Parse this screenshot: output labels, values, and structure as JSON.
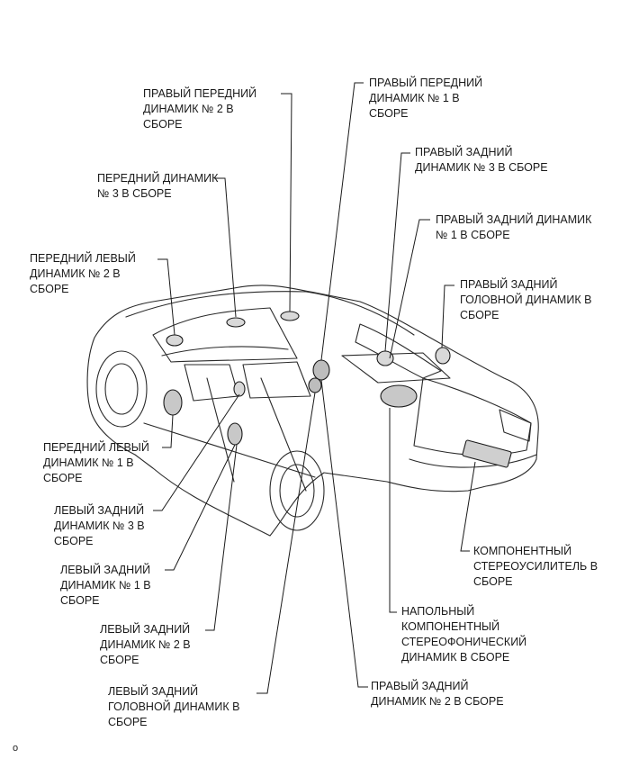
{
  "labels": {
    "front_right_2": "ПРАВЫЙ ПЕРЕДНИЙ\nДИНАМИК № 2 В\nСБОРЕ",
    "front_right_1": "ПРАВЫЙ ПЕРЕДНИЙ\nДИНАМИК № 1 В\nСБОРЕ",
    "rear_right_3": "ПРАВЫЙ ЗАДНИЙ\nДИНАМИК № 3 В СБОРЕ",
    "front_3": "ПЕРЕДНИЙ ДИНАМИК\n№ 3 В СБОРЕ",
    "rear_right_1": "ПРАВЫЙ ЗАДНИЙ ДИНАМИК\n№ 1 В СБОРЕ",
    "front_left_2": "ПЕРЕДНИЙ ЛЕВЫЙ\nДИНАМИК № 2 В\nСБОРЕ",
    "rear_right_head": "ПРАВЫЙ ЗАДНИЙ\nГОЛОВНОЙ ДИНАМИК В\nСБОРЕ",
    "front_left_1": "ПЕРЕДНИЙ ЛЕВЫЙ\nДИНАМИК № 1 В\nСБОРЕ",
    "rear_left_3": "ЛЕВЫЙ ЗАДНИЙ\nДИНАМИК № 3 В\nСБОРЕ",
    "rear_left_1": "ЛЕВЫЙ ЗАДНИЙ\nДИНАМИК № 1 В\nСБОРЕ",
    "rear_left_2": "ЛЕВЫЙ ЗАДНИЙ\nДИНАМИК № 2 В\nСБОРЕ",
    "rear_left_head": "ЛЕВЫЙ ЗАДНИЙ\nГОЛОВНОЙ ДИНАМИК В\nСБОРЕ",
    "amplifier": "КОМПОНЕНТНЫЙ\nСТЕРЕОУСИЛИТЕЛЬ В\nСБОРЕ",
    "floor_speaker": "НАПОЛЬНЫЙ\nКОМПОНЕНТНЫЙ\nСТЕРЕОФОНИЧЕСКИЙ\nДИНАМИК В СБОРЕ",
    "rear_right_2": "ПРАВЫЙ ЗАДНИЙ\nДИНАМИК № 2 В СБОРЕ"
  },
  "footer": {
    "mark": "o"
  }
}
